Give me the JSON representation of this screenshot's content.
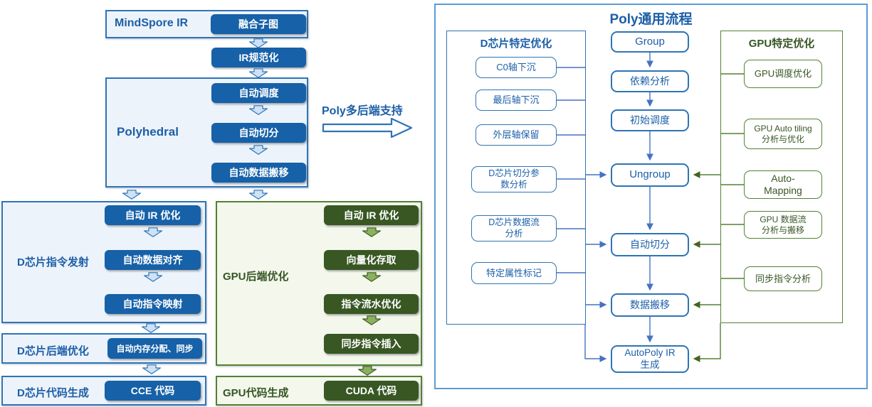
{
  "colors": {
    "blue_button": "#1661a8",
    "blue_border": "#2e74b5",
    "blue_text": "#1c5fa8",
    "blue_fill_light": "#edf3fa",
    "connector_blue": "#4472c4",
    "green_button": "#385723",
    "green_border": "#538135",
    "green_text": "#375623",
    "green_fill_light": "#f3f7ec"
  },
  "left_flow": {
    "mindspore": {
      "label": "MindSpore IR",
      "button": "融合子图"
    },
    "ir_normalize": "IR规范化",
    "polyhedral": {
      "label": "Polyhedral",
      "buttons": [
        "自动调度",
        "自动切分",
        "自动数据搬移"
      ]
    },
    "multi_backend_label": "Poly多后端支持",
    "d_dispatch": {
      "label": "D芯片指令发射",
      "buttons": [
        "自动 IR 优化",
        "自动数据对齐",
        "自动指令映射"
      ]
    },
    "d_backend": {
      "label": "D芯片后端优化",
      "button": "自动内存分配、同步"
    },
    "d_codegen": {
      "label": "D芯片代码生成",
      "button": "CCE 代码"
    },
    "gpu_backend": {
      "label": "GPU后端优化",
      "buttons": [
        "自动 IR 优化",
        "向量化存取",
        "指令流水优化",
        "同步指令插入"
      ]
    },
    "gpu_codegen": {
      "label": "GPU代码生成",
      "button": "CUDA 代码"
    }
  },
  "right_panel": {
    "title": "Poly通用流程",
    "d_column": {
      "header": "D芯片特定优化",
      "items": [
        [
          "C0轴下沉"
        ],
        [
          "最后轴下沉"
        ],
        [
          "外层轴保留"
        ],
        [
          "D芯片切分参",
          "数分析"
        ],
        [
          "D芯片数据流",
          "分析"
        ],
        [
          "特定属性标记"
        ]
      ]
    },
    "center_column": {
      "items": [
        [
          "Group"
        ],
        [
          "依赖分析"
        ],
        [
          "初始调度"
        ],
        [
          "Ungroup"
        ],
        [
          "自动切分"
        ],
        [
          "数据搬移"
        ],
        [
          "AutoPoly IR",
          "生成"
        ]
      ]
    },
    "gpu_column": {
      "header": "GPU特定优化",
      "items": [
        [
          "GPU调度优化"
        ],
        [
          "GPU Auto tiling",
          "分析与优化"
        ],
        [
          "Auto-",
          "Mapping"
        ],
        [
          "GPU 数据流",
          "分析与搬移"
        ],
        [
          "同步指令分析"
        ]
      ]
    }
  }
}
